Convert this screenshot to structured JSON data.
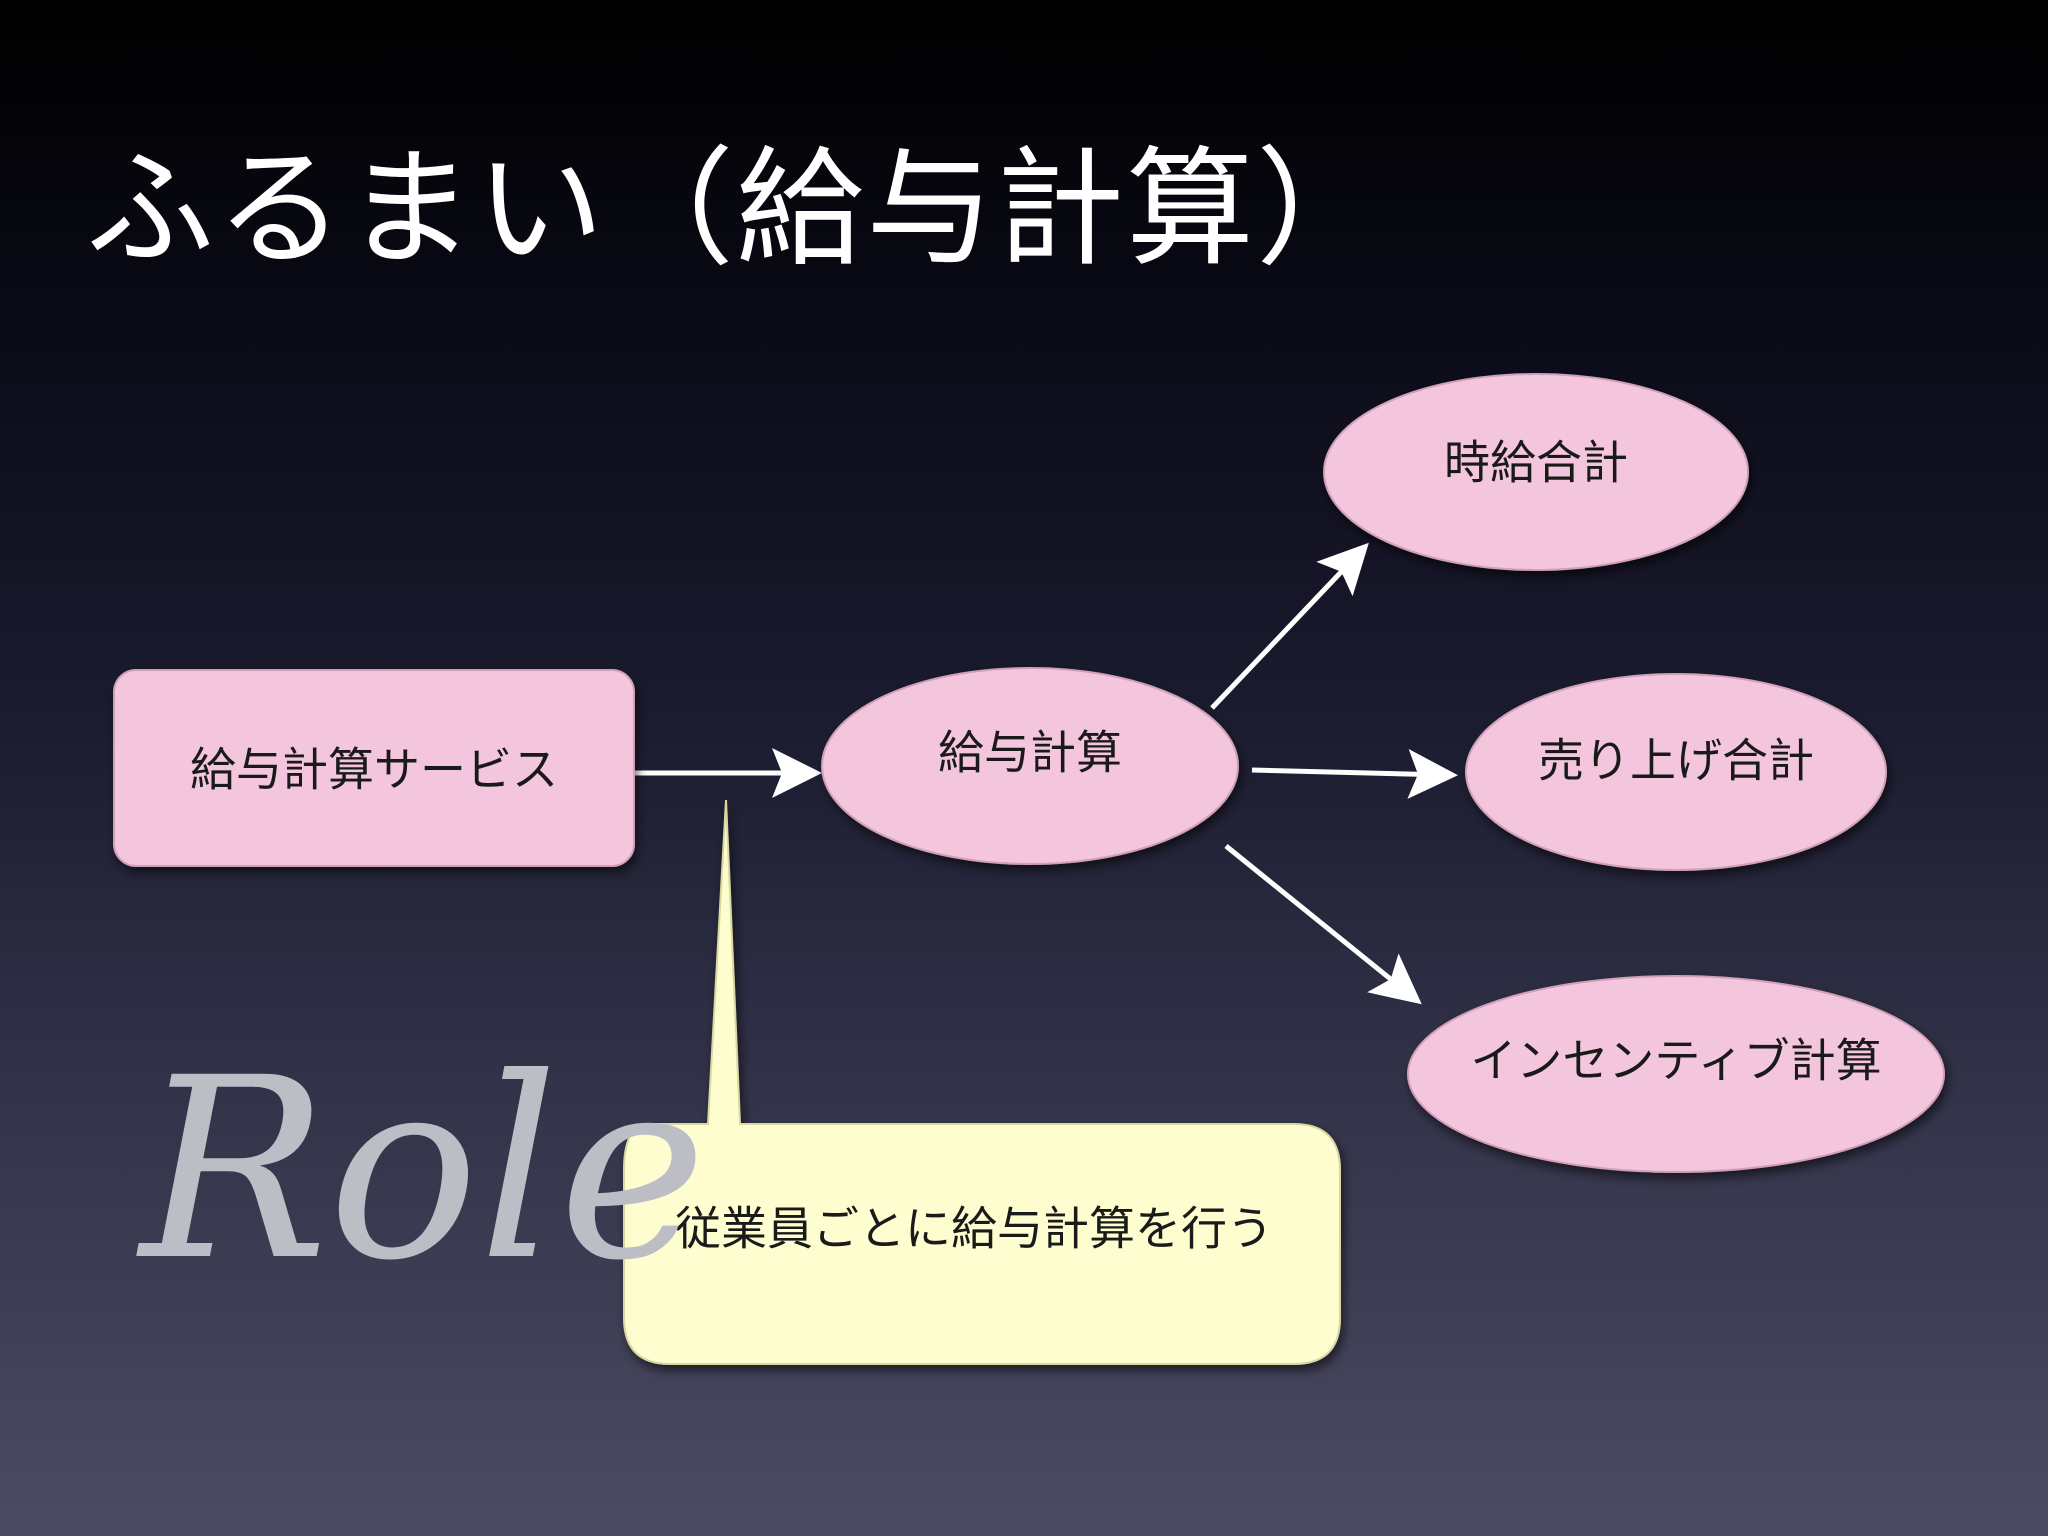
{
  "slide": {
    "title": "ふるまい（給与計算）",
    "role_label": "Role"
  },
  "diagram": {
    "service_box": "給与計算サービス",
    "center_node": "給与計算",
    "branches": [
      "時給合計",
      "売り上げ合計",
      "インセンティブ計算"
    ],
    "callout": "従業員ごとに給与計算を行う"
  },
  "colors": {
    "node_fill": "#f4c6dd",
    "callout_fill": "#fdfdd0",
    "arrow": "#ffffff",
    "title_text": "#ffffff",
    "role_text": "#bdbdc6"
  }
}
